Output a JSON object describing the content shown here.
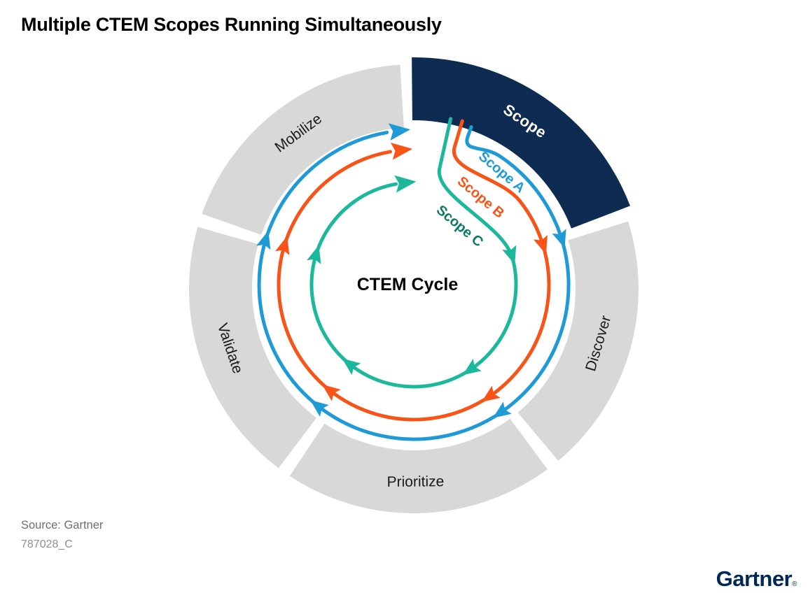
{
  "title": "Multiple CTEM Scopes Running Simultaneously",
  "diagram": {
    "center_label": "CTEM Cycle",
    "ring_segments": [
      {
        "id": "scope",
        "label": "Scope",
        "highlighted": true,
        "fill": "#0e2b52",
        "label_color": "#ffffff"
      },
      {
        "id": "discover",
        "label": "Discover",
        "highlighted": false,
        "fill": "#d8d8d8",
        "label_color": "#1a1a1a"
      },
      {
        "id": "prioritize",
        "label": "Prioritize",
        "highlighted": false,
        "fill": "#d8d8d8",
        "label_color": "#1a1a1a"
      },
      {
        "id": "validate",
        "label": "Validate",
        "highlighted": false,
        "fill": "#d8d8d8",
        "label_color": "#1a1a1a"
      },
      {
        "id": "mobilize",
        "label": "Mobilize",
        "highlighted": false,
        "fill": "#d8d8d8",
        "label_color": "#1a1a1a"
      }
    ],
    "scope_lines": [
      {
        "id": "scope-a",
        "label": "Scope A",
        "line_color": "#1e9bd7",
        "label_color": "#1e9bd7"
      },
      {
        "id": "scope-b",
        "label": "Scope B",
        "line_color": "#f95418",
        "label_color": "#f95418"
      },
      {
        "id": "scope-c",
        "label": "Scope C",
        "line_color": "#1cb89c",
        "label_color": "#0c7a60"
      }
    ]
  },
  "footer": {
    "source": "Source: Gartner",
    "document_id": "787028_C"
  },
  "brand": {
    "name": "Gartner",
    "registered_mark": "®",
    "color": "#002856"
  }
}
